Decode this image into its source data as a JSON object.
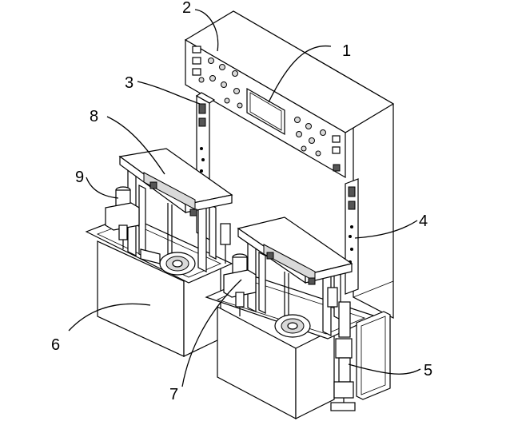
{
  "labels": {
    "l1": "1",
    "l2": "2",
    "l3": "3",
    "l4": "4",
    "l5": "5",
    "l6": "6",
    "l7": "7",
    "l8": "8",
    "l9": "9"
  },
  "colors": {
    "line": "#000000",
    "background": "#ffffff",
    "shade": "#d9d9d9"
  }
}
